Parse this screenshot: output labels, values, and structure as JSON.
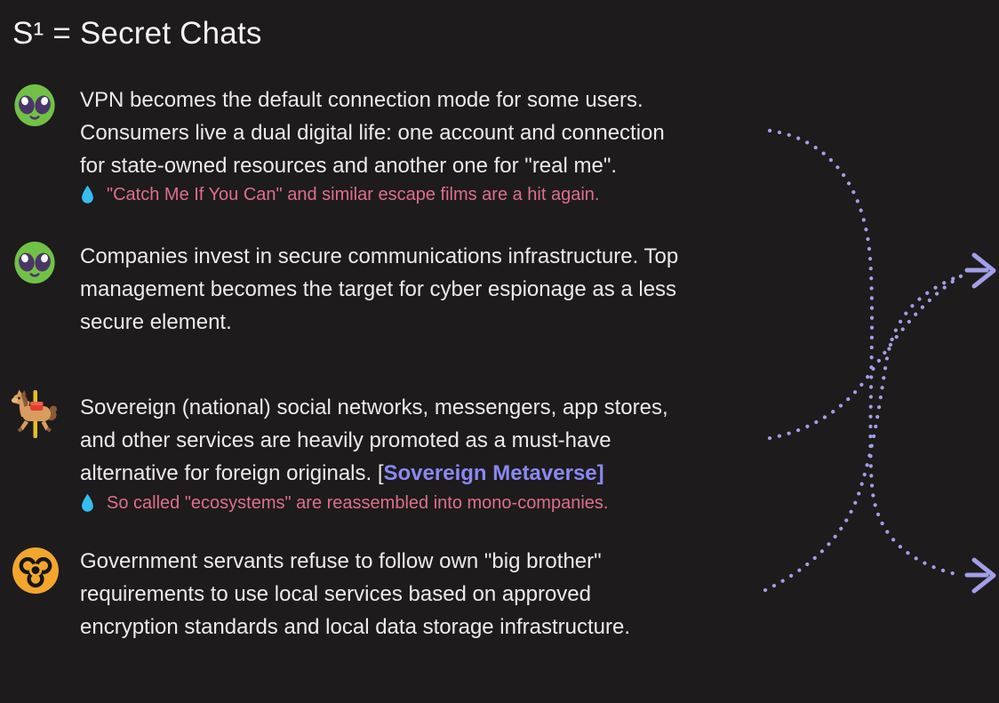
{
  "slide": {
    "title": "S¹ = Secret Chats",
    "colors": {
      "background": "#1d1b1b",
      "body_text": "#eceaea",
      "note_pink": "#de6f8c",
      "link_purple": "#8b88f2",
      "connector_lavender": "#a29ee8",
      "alien_green": "#72c147",
      "biohazard_orange": "#f2a62d",
      "droplet_blue": "#35bdf0"
    },
    "bullets": [
      {
        "icon": "alien-icon",
        "text": "VPN becomes the default connection mode for some users.\nConsumers live a dual digital life: one account and connection\nfor state-owned resources and another one for \"real me\".",
        "note": {
          "icon": "droplet-icon",
          "text": "\"Catch Me If You Can\" and similar escape films are a hit again."
        }
      },
      {
        "icon": "alien-icon",
        "text": "Companies invest in secure communications infrastructure. Top\nmanagement becomes the target for cyber espionage as a less\nsecure element."
      },
      {
        "icon": "carousel-horse-icon",
        "text_before_link": "Sovereign (national) social networks, messengers, app stores,\nand other services are heavily promoted as a must-have\nalternative for foreign originals. [",
        "link": "Sovereign Metaverse",
        "text_after_link": "]",
        "note": {
          "icon": "droplet-icon",
          "text": "So called \"ecosystems\" are reassembled into mono-companies."
        }
      },
      {
        "icon": "biohazard-icon",
        "text": "Government servants refuse to follow own \"big brother\"\nrequirements to use local services based on approved\nencryption standards and local data storage infrastructure."
      }
    ],
    "connectors": {
      "style": "dotted curved lines crossing in the middle, lavender",
      "links": [
        {
          "from": "bullet-1",
          "to": "right-arrow-bottom"
        },
        {
          "from": "bullet-3",
          "to": "right-arrow-top"
        },
        {
          "from": "bullet-4",
          "to": "right-arrow-top"
        }
      ]
    }
  }
}
